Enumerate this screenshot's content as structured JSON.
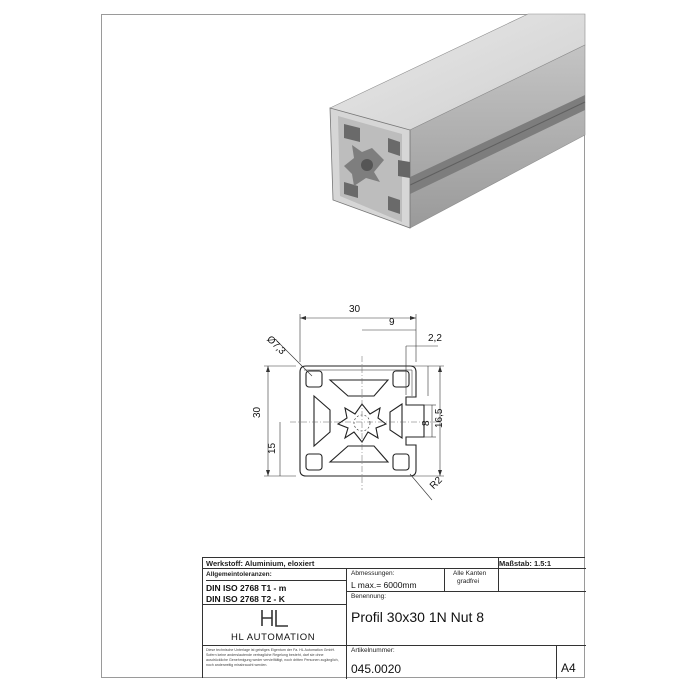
{
  "isometric_view": {
    "description_visible": false
  },
  "dimensions": {
    "width_top": "30",
    "slot_offset": "9",
    "slot_gap": "2,2",
    "hole_diameter": "Ø7,3",
    "height_left": "30",
    "half_height": "15",
    "slot_depth_h": "16,5",
    "slot_width": "8",
    "corner_radius": "R2"
  },
  "title_block": {
    "material": "Werkstoff: Aluminium, eloxiert",
    "scale": "Maßstab: 1.5:1",
    "tolerances_label": "Allgemeintoleranzen:",
    "abmessungen_label": "Abmessungen:",
    "kanten_line1": "Alle Kanten",
    "kanten_line2": "gradfrei",
    "length": "L max.= 6000mm",
    "tol1": "DIN ISO 2768 T1 - m",
    "tol2": "DIN ISO 2768 T2 - K",
    "benennung_label": "Benennung:",
    "name": "Profil 30x30 1N Nut 8",
    "company": "HL AUTOMATION",
    "copyright": "Diese technische Unterlage ist geistiges Eigentum der Fa. HL Automation GmbH. Sofern keine anderslautende vertragliche Regelung besteht, darf sie ohne ausdrückliche Genehmigung weder vervielfältigt, noch dritten Personen zugänglich, noch anderweitig missbraucht werden.",
    "article_label": "Artikelnummer:",
    "article_number": "045.0020",
    "format": "A4"
  }
}
